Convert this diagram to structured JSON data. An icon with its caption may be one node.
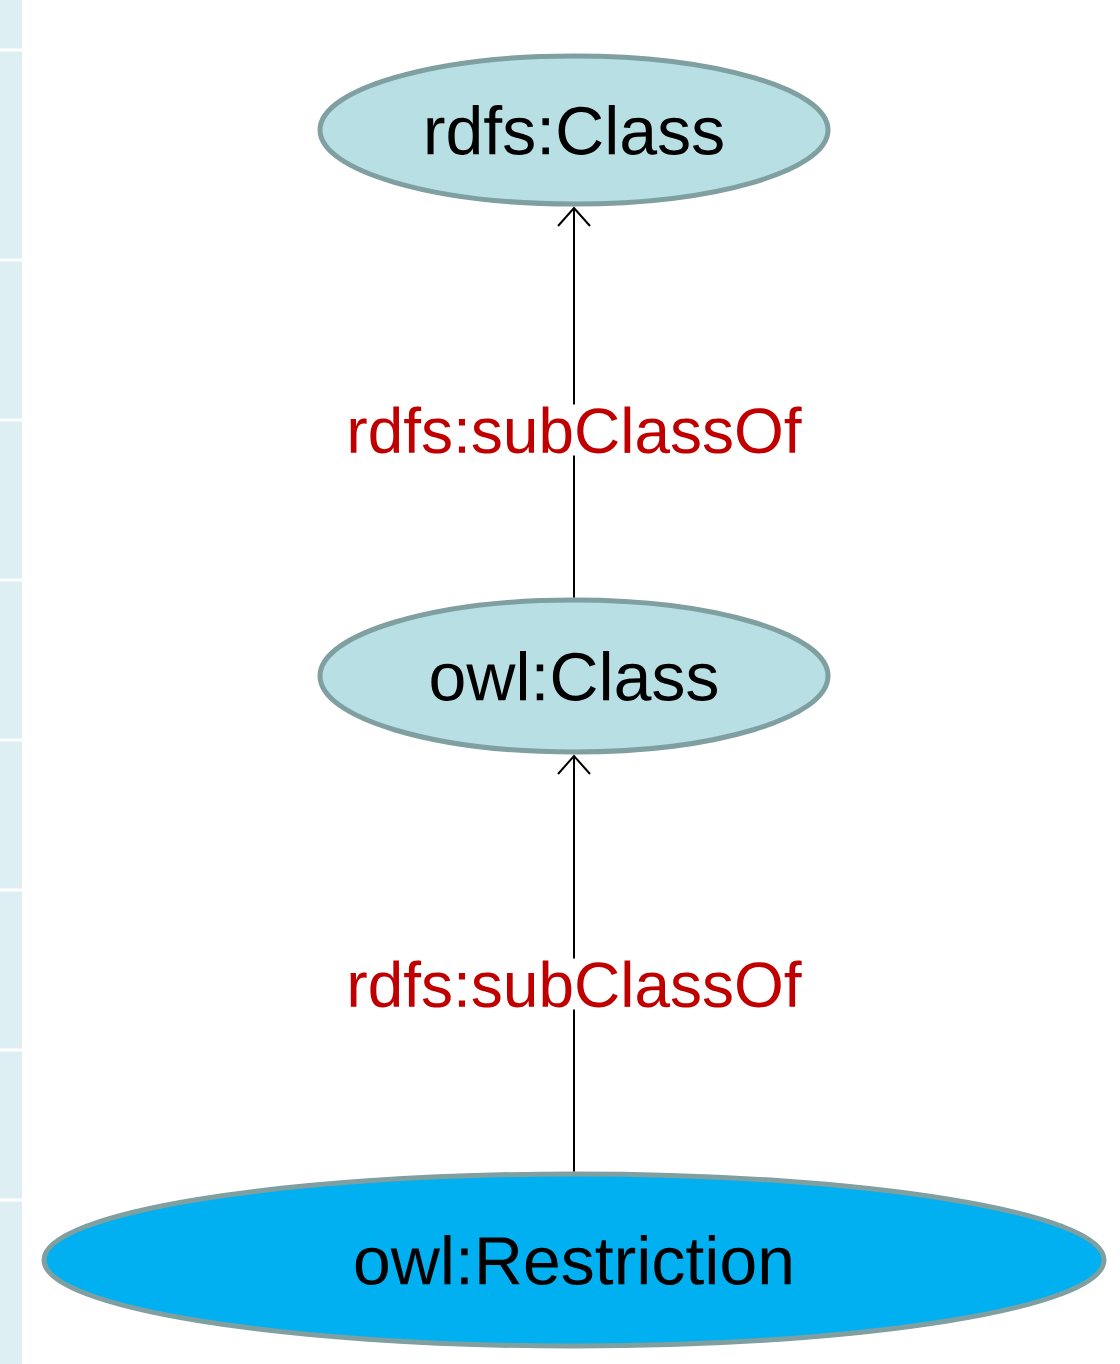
{
  "diagram": {
    "nodes": [
      {
        "text": [
          "rdfs:Class"
        ]
      },
      {
        "text": [
          "owl:Class"
        ]
      },
      {
        "text": [
          "owl:Restriction"
        ]
      }
    ],
    "edges": [
      {
        "from": 1,
        "to": 0,
        "arrow": "to",
        "label": "rdfs:subClassOf"
      },
      {
        "from": 2,
        "to": 1,
        "arrow": "to",
        "label": "rdfs:subClassOf"
      }
    ]
  }
}
